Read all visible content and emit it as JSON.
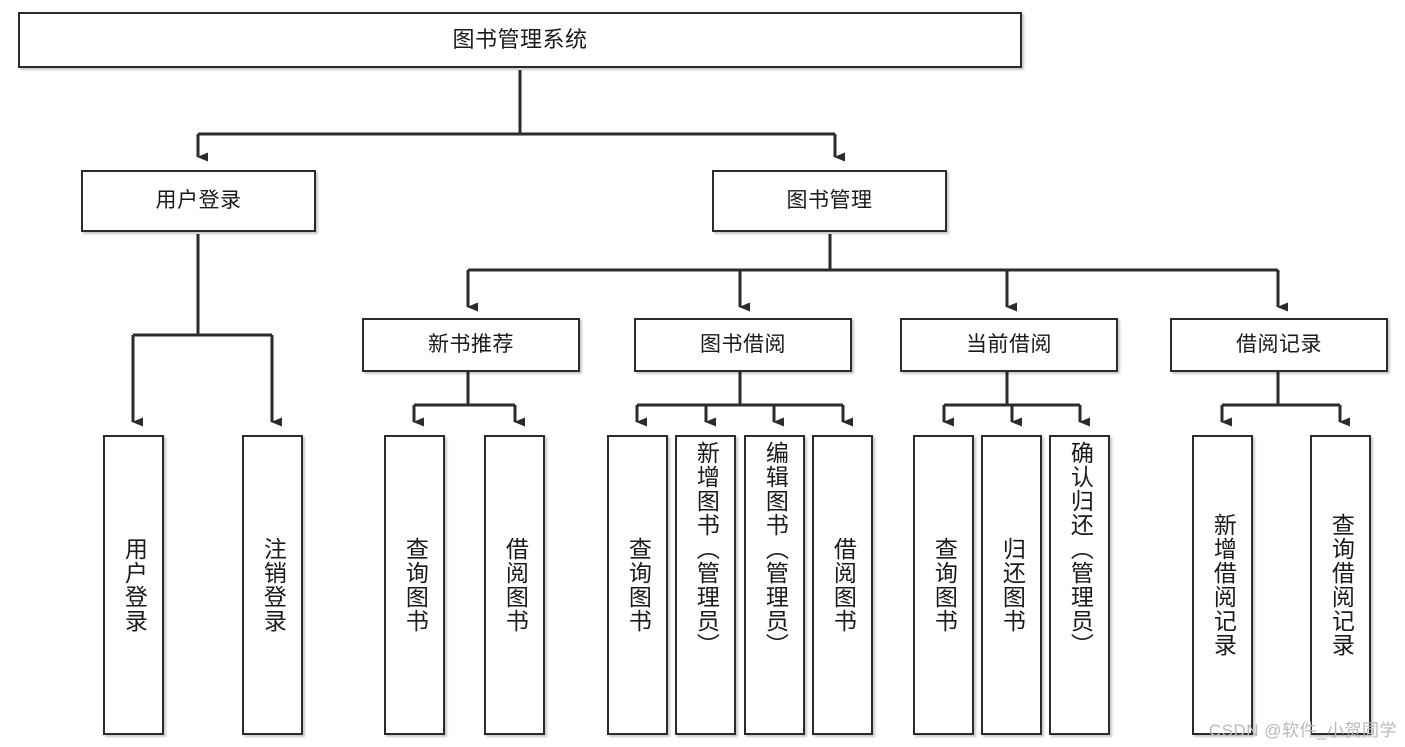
{
  "diagram": {
    "type": "tree-hierarchy-chart",
    "title": "图书管理系统",
    "stroke_color": "#2b2b2b",
    "fill_color": "#ffffff",
    "text_color": "#1a1a1a",
    "levels": 4,
    "nodes": {
      "root": {
        "label": "图书管理系统",
        "orientation": "horizontal"
      },
      "level2": [
        {
          "id": "user-login",
          "label": "用户登录",
          "orientation": "horizontal"
        },
        {
          "id": "book-manage",
          "label": "图书管理",
          "orientation": "horizontal"
        }
      ],
      "level3": [
        {
          "id": "new-book-rec",
          "label": "新书推荐",
          "orientation": "horizontal",
          "parent": "book-manage"
        },
        {
          "id": "book-borrow",
          "label": "图书借阅",
          "orientation": "horizontal",
          "parent": "book-manage"
        },
        {
          "id": "current-borrow",
          "label": "当前借阅",
          "orientation": "horizontal",
          "parent": "book-manage"
        },
        {
          "id": "borrow-record",
          "label": "借阅记录",
          "orientation": "horizontal",
          "parent": "book-manage"
        }
      ],
      "leaves": [
        {
          "id": "leaf-user-login",
          "label": "用户登录",
          "orientation": "vertical",
          "parent": "user-login"
        },
        {
          "id": "leaf-logout",
          "label": "注销登录",
          "orientation": "vertical",
          "parent": "user-login"
        },
        {
          "id": "leaf-query-book-1",
          "label": "查询图书",
          "orientation": "vertical",
          "parent": "new-book-rec"
        },
        {
          "id": "leaf-borrow-book-1",
          "label": "借阅图书",
          "orientation": "vertical",
          "parent": "new-book-rec"
        },
        {
          "id": "leaf-query-book-2",
          "label": "查询图书",
          "orientation": "vertical",
          "parent": "book-borrow"
        },
        {
          "id": "leaf-add-book",
          "label": "新增图书（管理员）",
          "orientation": "vertical",
          "parent": "book-borrow"
        },
        {
          "id": "leaf-edit-book",
          "label": "编辑图书（管理员）",
          "orientation": "vertical",
          "parent": "book-borrow"
        },
        {
          "id": "leaf-borrow-book-2",
          "label": "借阅图书",
          "orientation": "vertical",
          "parent": "book-borrow"
        },
        {
          "id": "leaf-query-book-3",
          "label": "查询图书",
          "orientation": "vertical",
          "parent": "current-borrow"
        },
        {
          "id": "leaf-return-book",
          "label": "归还图书",
          "orientation": "vertical",
          "parent": "current-borrow"
        },
        {
          "id": "leaf-confirm-return",
          "label": "确认归还（管理员）",
          "orientation": "vertical",
          "parent": "current-borrow"
        },
        {
          "id": "leaf-add-record",
          "label": "新增借阅记录",
          "orientation": "vertical",
          "parent": "borrow-record"
        },
        {
          "id": "leaf-query-record",
          "label": "查询借阅记录",
          "orientation": "vertical",
          "parent": "borrow-record"
        }
      ]
    }
  },
  "watermark": {
    "text": "CSDN @软件_小贺同学"
  }
}
